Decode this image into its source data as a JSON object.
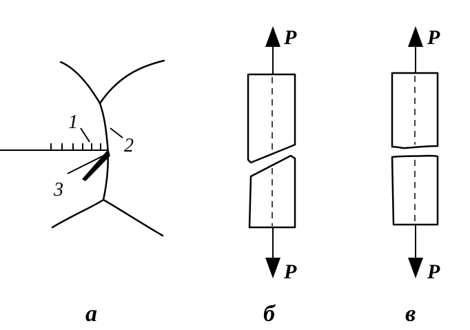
{
  "panel_a": {
    "label_1": "1",
    "label_2": "2",
    "label_3": "3",
    "caption": "а"
  },
  "panel_b": {
    "force_top": "P",
    "force_bottom": "P",
    "caption": "б"
  },
  "panel_c": {
    "force_top": "P",
    "force_bottom": "P",
    "caption": "в"
  },
  "colors": {
    "ink": "#000000",
    "background": "#ffffff"
  }
}
